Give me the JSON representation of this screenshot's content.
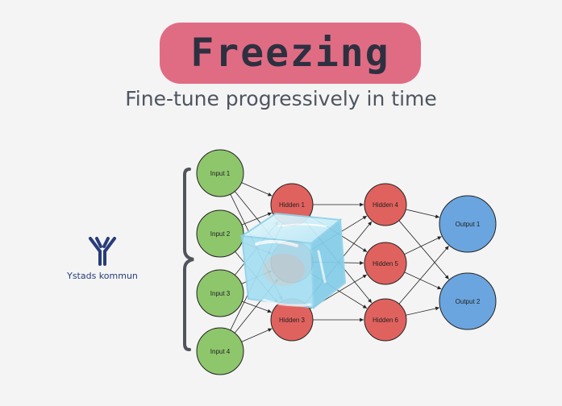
{
  "title": "Freezing",
  "subtitle": "Fine-tune progressively in time",
  "logo": {
    "name": "Ystads kommun",
    "color": "#283c7a"
  },
  "colors": {
    "title_bg": "#e06c84",
    "input": "#8ec66c",
    "hidden": "#e0625e",
    "output": "#6aa5df",
    "ice": "#a6dff3",
    "bracket": "#4f545c"
  },
  "network": {
    "inputs": [
      "Input 1",
      "Input 2",
      "Input 3",
      "Input 4"
    ],
    "hidden1": [
      "Hidden 1",
      "",
      "Hidden 3"
    ],
    "hidden2": [
      "Hidden 4",
      "Hidden 5",
      "Hidden 6"
    ],
    "outputs": [
      "Output 1",
      "Output 2"
    ]
  },
  "icons": [
    "ice-cube-icon",
    "bracket-icon",
    "ystads-kommun-logo"
  ]
}
